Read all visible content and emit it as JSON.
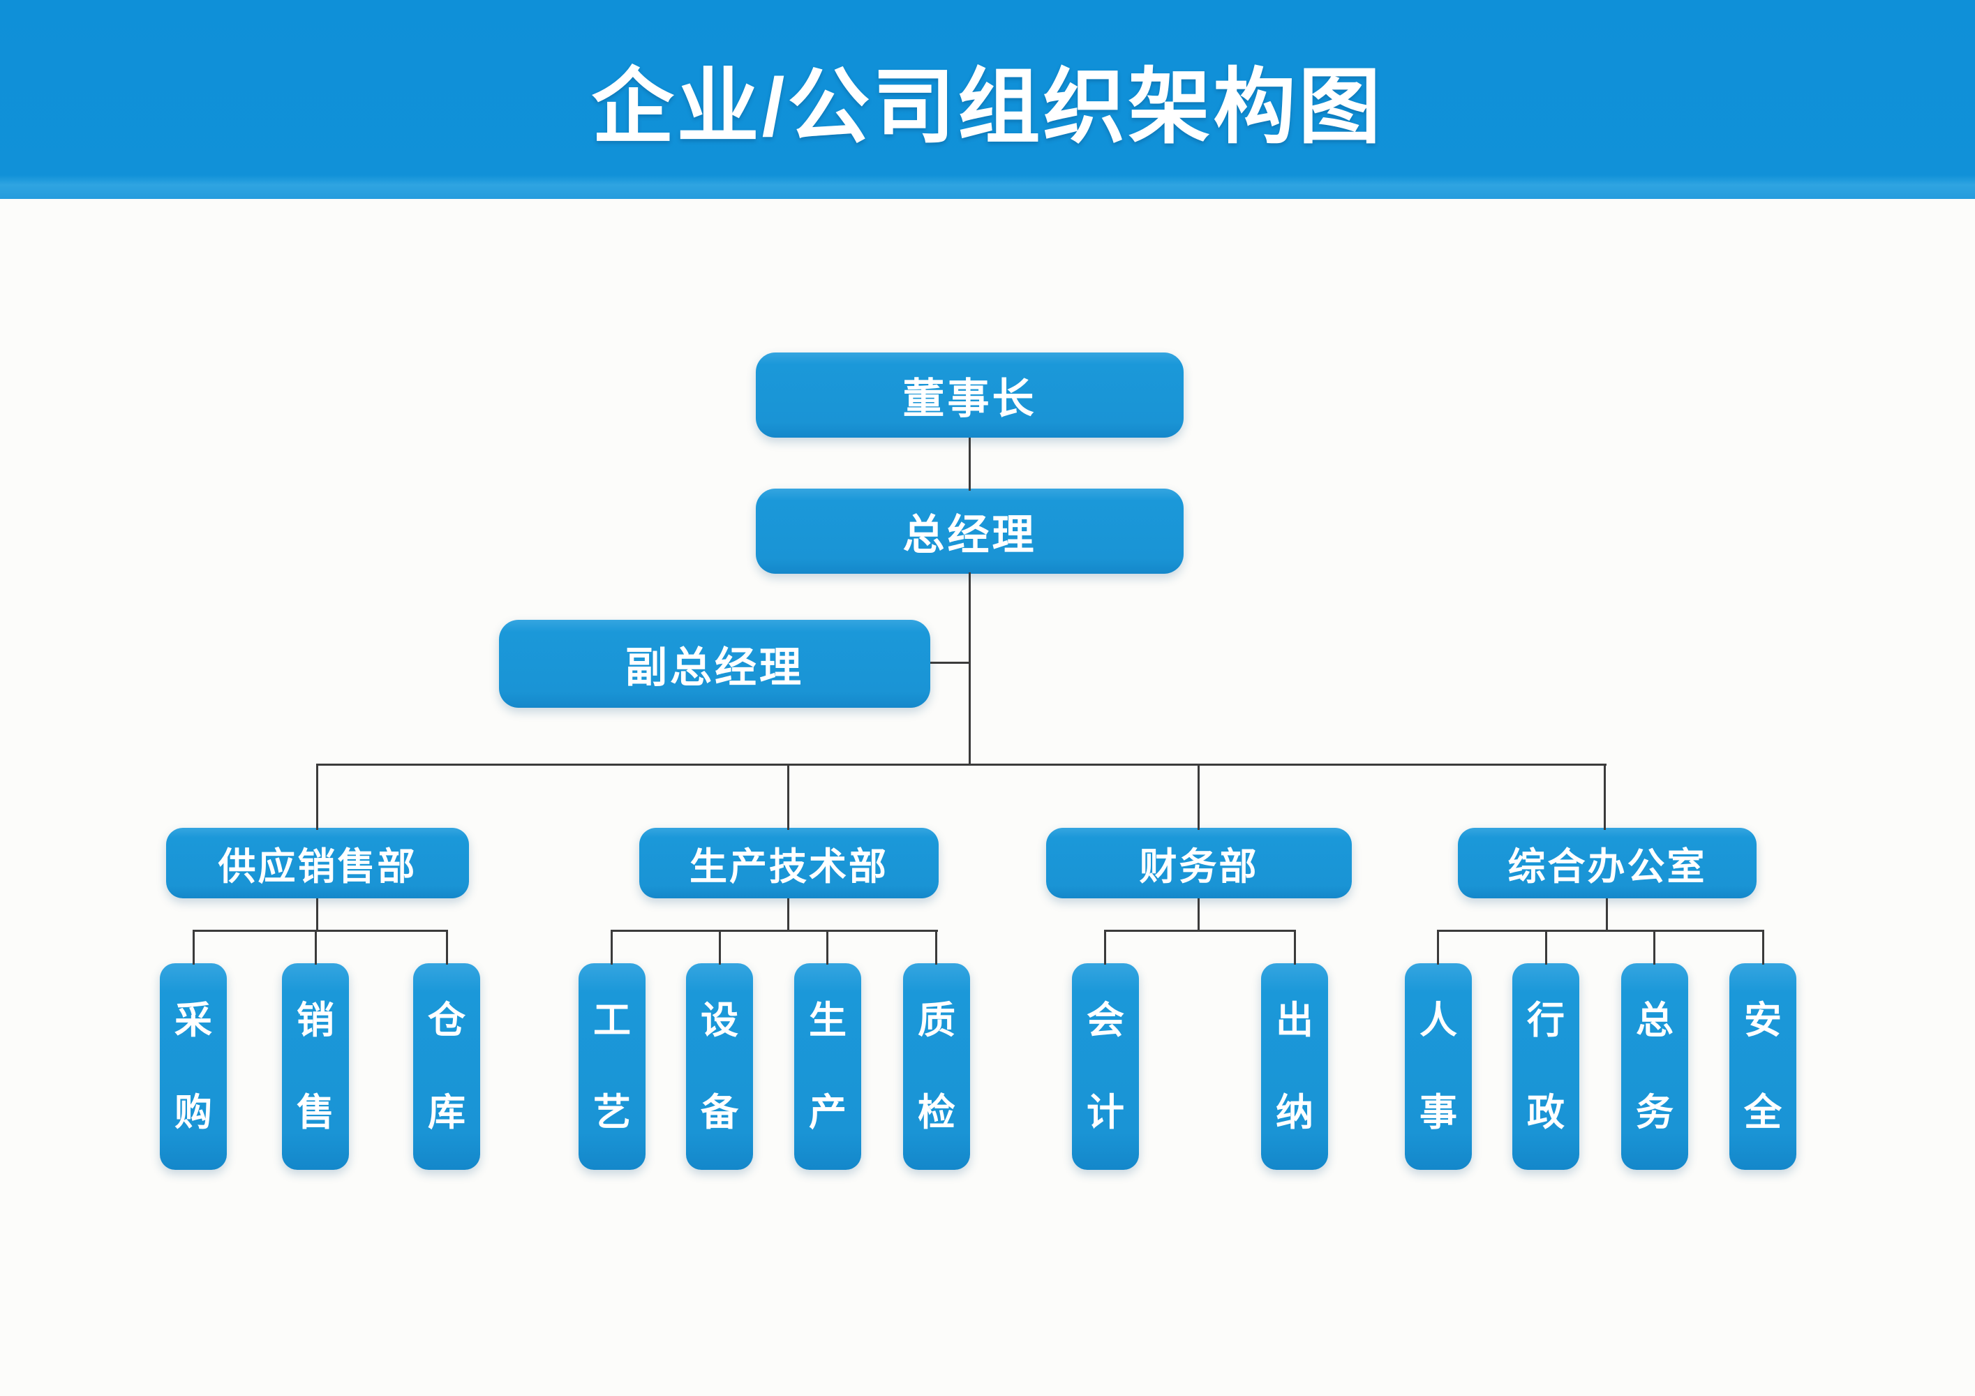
{
  "title": "企业/公司组织架构图",
  "colors": {
    "banner_blue": "#1191d8",
    "node_blue": "#1a97d8",
    "connector_dark": "#3b3b3b",
    "text_white": "#ffffff",
    "background": "#fcfcfa"
  },
  "org": {
    "chairman": "董事长",
    "general_manager": "总经理",
    "deputy_general_manager": "副总经理",
    "departments": [
      {
        "label": "供应销售部",
        "children": [
          "采购",
          "销售",
          "仓库"
        ]
      },
      {
        "label": "生产技术部",
        "children": [
          "工艺",
          "设备",
          "生产",
          "质检"
        ]
      },
      {
        "label": "财务部",
        "children": [
          "会计",
          "出纳"
        ]
      },
      {
        "label": "综合办公室",
        "children": [
          "人事",
          "行政",
          "总务",
          "安全"
        ]
      }
    ]
  }
}
